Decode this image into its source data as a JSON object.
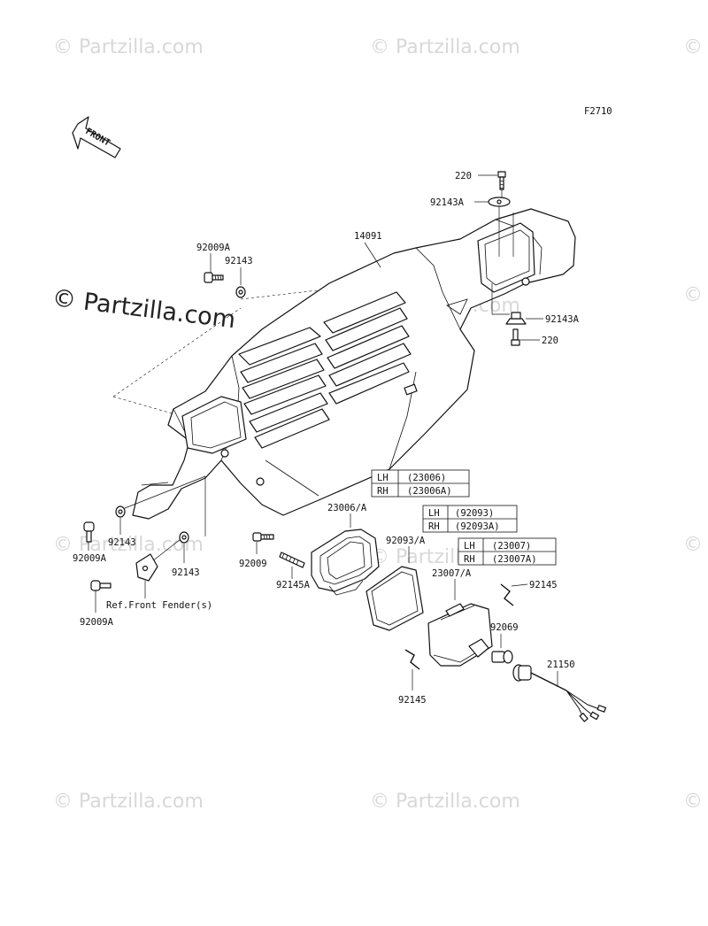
{
  "figure_code": "F2710",
  "front_label": "FRONT",
  "watermark": {
    "small": "© Partzilla.com",
    "large": "© Partzilla.com"
  },
  "parts": {
    "p220_top": "220",
    "p92143A_top": "92143A",
    "p14091": "14091",
    "p92009A_top": "92009A",
    "p92143_top": "92143",
    "p92143A_right": "92143A",
    "p220_right": "220",
    "p92143_left": "92143",
    "p92009A_left": "92009A",
    "p92143_mid": "92143",
    "p92009A_bottom": "92009A",
    "ref_front_fender": "Ref.Front Fender(s)",
    "p92009": "92009",
    "p92145A": "92145A",
    "p23006A": "23006/A",
    "p92093A": "92093/A",
    "p23007A": "23007/A",
    "p92145_right": "92145",
    "p92069": "92069",
    "p21150": "21150",
    "p92145_bottom": "92145"
  },
  "tables": {
    "t23006": {
      "lh_label": "LH",
      "lh_value": "(23006)",
      "rh_label": "RH",
      "rh_value": "(23006A)"
    },
    "t92093": {
      "lh_label": "LH",
      "lh_value": "(92093)",
      "rh_label": "RH",
      "rh_value": "(92093A)"
    },
    "t23007": {
      "lh_label": "LH",
      "lh_value": "(23007)",
      "rh_label": "RH",
      "rh_value": "(23007A)"
    }
  }
}
